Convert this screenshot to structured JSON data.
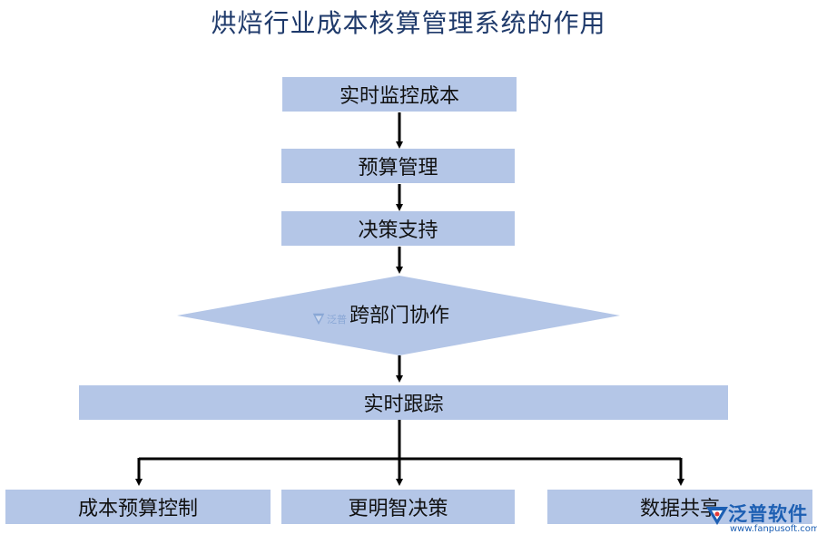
{
  "title": "烘焙行业成本核算管理系统的作用",
  "nodes": {
    "realtime_monitor": "实时监控成本",
    "budget_management": "预算管理",
    "decision_support": "决策支持",
    "cross_department": "跨部门协作",
    "realtime_tracking": "实时跟踪",
    "cost_budget_control": "成本预算控制",
    "smarter_decisions": "更明智决策",
    "data_sharing": "数据共享"
  },
  "colors": {
    "node_fill": "#b4c6e7",
    "arrow": "#000000",
    "title": "#1f3a6b"
  },
  "watermark": {
    "center_text": "泛普",
    "logo_name": "泛普软件",
    "logo_url": "www.fanpusoft.com"
  }
}
